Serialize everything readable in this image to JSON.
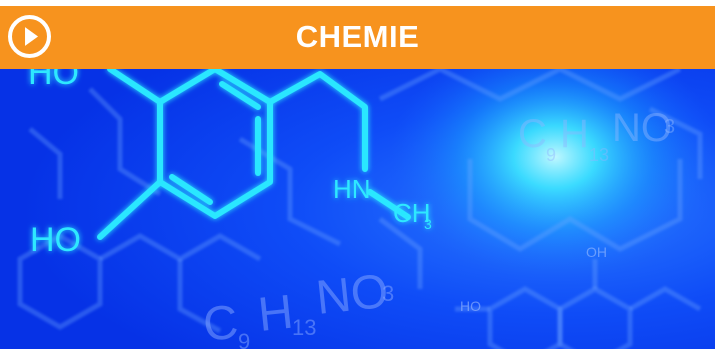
{
  "header": {
    "title": "CHEMIE",
    "play_icon": "play-circle-icon",
    "background_color": "#f7931e",
    "text_color": "#ffffff"
  },
  "hero": {
    "background_color": "#0a3cf5",
    "accent_color": "#24e6ff",
    "labels": {
      "hydroxyl_top": "HO",
      "hydroxyl_bottom": "HO",
      "amine_hn": "HN",
      "amine_ch": "CH",
      "amine_ch_sub": "3",
      "formula_faint_top": {
        "c": "C",
        "c_n": "9",
        "h": "H",
        "h_n": "13",
        "rest": "NO",
        "rest_n": "3"
      },
      "formula_faint_bottom": {
        "c": "C",
        "c_n": "9",
        "h": "H",
        "h_n": "13",
        "rest": "NO",
        "rest_n": "3"
      },
      "small_ho": "HO",
      "small_oh": "OH"
    }
  }
}
